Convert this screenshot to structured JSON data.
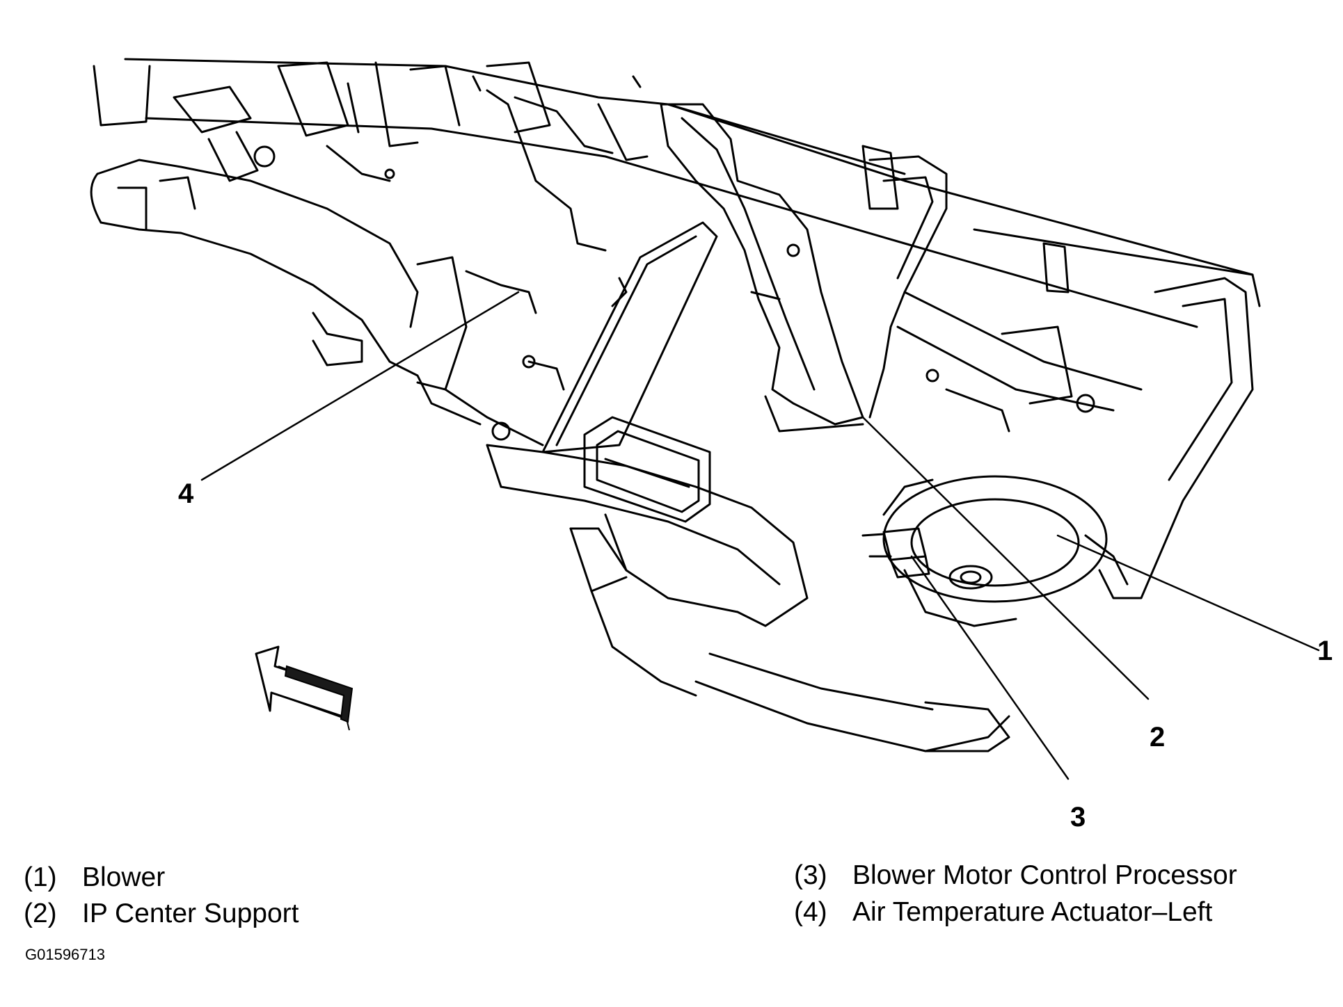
{
  "callouts": [
    {
      "number": "1",
      "part": "Blower"
    },
    {
      "number": "2",
      "part": "IP Center Support"
    },
    {
      "number": "3",
      "part": "Blower Motor Control Processor"
    },
    {
      "number": "4",
      "part": "Air Temperature Actuator–Left"
    }
  ],
  "legend": [
    {
      "key": "(1)",
      "label": "Blower"
    },
    {
      "key": "(2)",
      "label": "IP Center Support"
    },
    {
      "key": "(3)",
      "label": "Blower Motor Control Processor"
    },
    {
      "key": "(4)",
      "label": "Air Temperature Actuator–Left"
    }
  ],
  "figure_id": "G01596713",
  "colors": {
    "line": "#000000",
    "background": "#ffffff",
    "arrow": "#1a1a1a"
  },
  "icons": [
    "front-direction-arrow-icon"
  ]
}
